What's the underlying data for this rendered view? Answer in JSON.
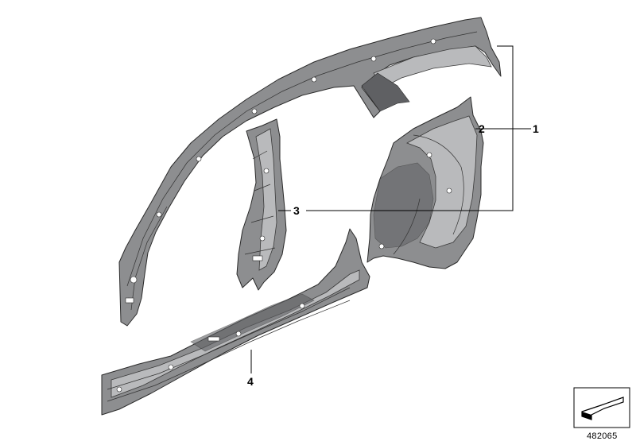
{
  "callouts": [
    {
      "id": "1",
      "label": "1"
    },
    {
      "id": "2",
      "label": "2"
    },
    {
      "id": "3",
      "label": "3"
    },
    {
      "id": "4",
      "label": "4"
    }
  ],
  "document_number": "482065",
  "colors": {
    "metal": "#8d8e90",
    "metal_light": "#b9babc",
    "metal_dark": "#5f6063",
    "line": "#000000"
  }
}
